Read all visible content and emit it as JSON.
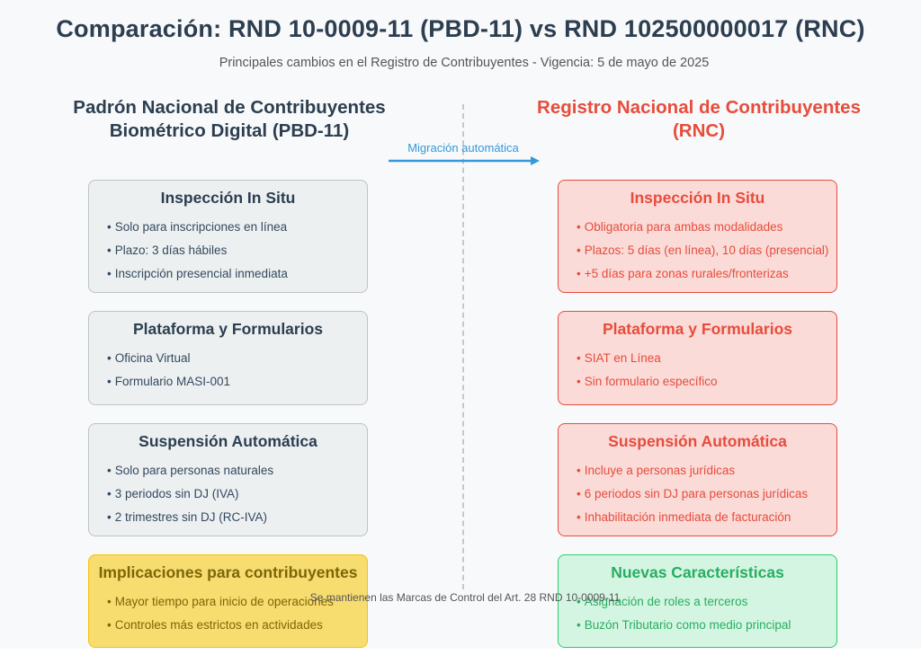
{
  "title": "Comparación: RND 10-0009-11 (PBD-11) vs RND 102500000017 (RNC)",
  "subtitle": "Principales cambios en el Registro de Contribuyentes - Vigencia: 5 de mayo de 2025",
  "left_heading": [
    "Padrón Nacional de Contribuyentes",
    "Biométrico Digital (PBD-11)"
  ],
  "right_heading": [
    "Registro Nacional de Contribuyentes",
    "(RNC)"
  ],
  "migration_label": "Migración automática",
  "bullet": "•",
  "left_boxes": [
    {
      "title": "Inspección In Situ",
      "items": [
        "Solo para inscripciones en línea",
        "Plazo: 3 días hábiles",
        "Inscripción presencial inmediata"
      ]
    },
    {
      "title": "Plataforma y Formularios",
      "items": [
        "Oficina Virtual",
        "Formulario MASI-001"
      ]
    },
    {
      "title": "Suspensión Automática",
      "items": [
        "Solo para personas naturales",
        "3 periodos sin DJ (IVA)",
        "2 trimestres sin DJ (RC-IVA)"
      ]
    },
    {
      "title": "Implicaciones para contribuyentes",
      "items": [
        "Mayor tiempo para inicio de operaciones",
        "Controles más estrictos en actividades"
      ]
    }
  ],
  "right_boxes": [
    {
      "title": "Inspección In Situ",
      "items": [
        "Obligatoria para ambas modalidades",
        "Plazos: 5 días (en línea), 10 días (presencial)",
        "+5 días para zonas rurales/fronterizas"
      ]
    },
    {
      "title": "Plataforma y Formularios",
      "items": [
        "SIAT en Línea",
        "Sin formulario específico"
      ]
    },
    {
      "title": "Suspensión Automática",
      "items": [
        "Incluye a personas jurídicas",
        "6 periodos sin DJ para personas jurídicas",
        "Inhabilitación inmediata de facturación"
      ]
    },
    {
      "title": "Nuevas Características",
      "items": [
        "Asignación de roles a terceros",
        "Buzón Tributario como medio principal"
      ]
    }
  ],
  "footnote": "Se mantienen las Marcas de Control del Art. 28 RND 10-0009-11",
  "colors": {
    "title": "#2c3e50",
    "left_accent": "#2c3e50",
    "right_accent": "#e74c3c",
    "arrow": "#3498db",
    "implications": "#f7dc6f",
    "new_features": "#2ecc71"
  }
}
